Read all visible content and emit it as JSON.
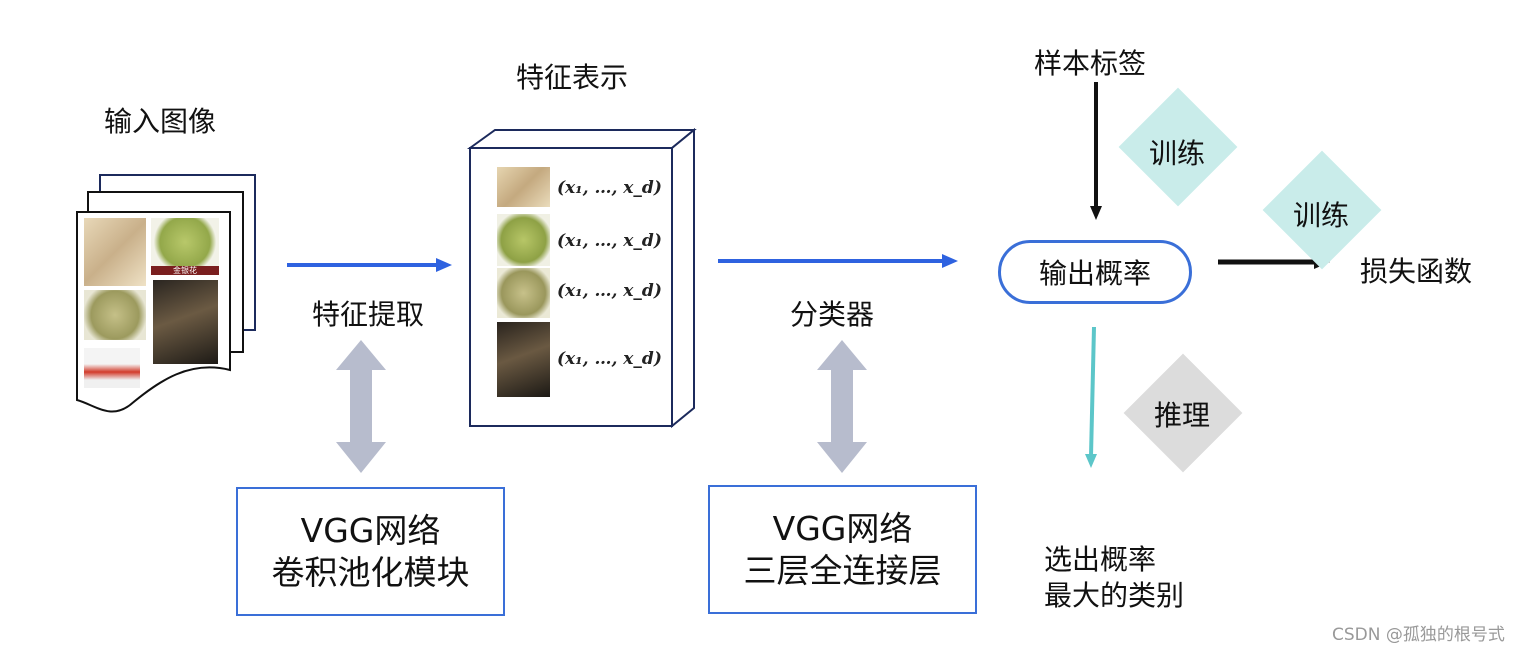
{
  "labels": {
    "input_image": "输入图像",
    "feature_repr": "特征表示",
    "feature_extract": "特征提取",
    "classifier": "分类器",
    "sample_label": "样本标签",
    "output_prob": "输出概率",
    "loss": "损失函数",
    "train1": "训练",
    "train2": "训练",
    "infer": "推理",
    "select_line1": "选出概率",
    "select_line2": "最大的类别"
  },
  "boxes": {
    "conv": {
      "line1": "VGG网络",
      "line2": "卷积池化模块"
    },
    "fc": {
      "line1": "VGG网络",
      "line2": "三层全连接层"
    }
  },
  "feature_vectors": [
    "(x₁, …, x_d)",
    "(x₁, …, x_d)",
    "(x₁, …, x_d)",
    "(x₁, …, x_d)"
  ],
  "herb_tag_text": "金银花",
  "watermark": "CSDN @孤独的根号式",
  "colors": {
    "blue_arrow": "#2e62e0",
    "gray_arrow": "#b7bccd",
    "teal_arrow": "#5cc6c9",
    "train_diamond": "#c9ecea",
    "infer_diamond": "#dcdcdc",
    "box_border": "#3a6fd8",
    "dark_navy": "#1c2a5c"
  }
}
